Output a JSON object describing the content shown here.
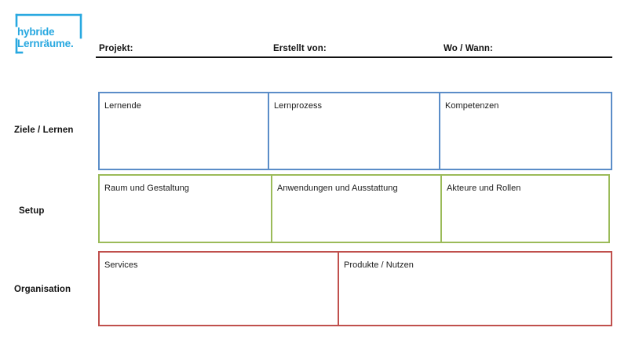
{
  "brand": {
    "logo_line1": "hybride",
    "logo_line2": "Lernräume.",
    "logo_color": "#28a8e0"
  },
  "header": {
    "fields": [
      {
        "label": "Projekt:"
      },
      {
        "label": "Erstellt von:"
      },
      {
        "label": "Wo / Wann:"
      }
    ]
  },
  "canvas": {
    "rows": [
      {
        "label": "Ziele / Lernen",
        "color": "#5b8dc8",
        "cells": [
          {
            "label": "Lernende"
          },
          {
            "label": "Lernprozess"
          },
          {
            "label": "Kompetenzen"
          }
        ]
      },
      {
        "label": "Setup",
        "color": "#9bbb59",
        "cells": [
          {
            "label": "Raum und Gestaltung"
          },
          {
            "label": "Anwendungen und Ausstattung"
          },
          {
            "label": "Akteure und Rollen"
          }
        ]
      },
      {
        "label": "Organisation",
        "color": "#c0504d",
        "cells": [
          {
            "label": "Services"
          },
          {
            "label": "Produkte / Nutzen"
          }
        ]
      }
    ]
  }
}
